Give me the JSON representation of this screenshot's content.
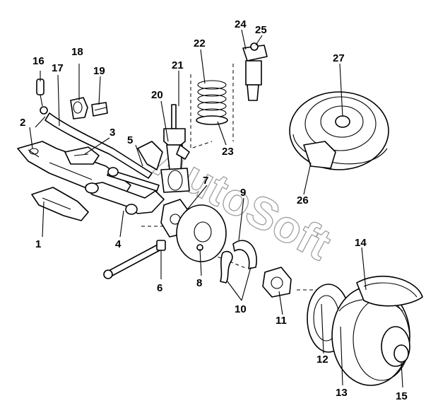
{
  "watermark": "AutoSoft",
  "callouts": [
    {
      "id": "c1",
      "label": "1"
    },
    {
      "id": "c2",
      "label": "2"
    },
    {
      "id": "c3",
      "label": "3"
    },
    {
      "id": "c4",
      "label": "4"
    },
    {
      "id": "c5",
      "label": "5"
    },
    {
      "id": "c6",
      "label": "6"
    },
    {
      "id": "c7",
      "label": "7"
    },
    {
      "id": "c8",
      "label": "8"
    },
    {
      "id": "c9",
      "label": "9"
    },
    {
      "id": "c10",
      "label": "10"
    },
    {
      "id": "c11",
      "label": "11"
    },
    {
      "id": "c12",
      "label": "12"
    },
    {
      "id": "c13",
      "label": "13"
    },
    {
      "id": "c14",
      "label": "14"
    },
    {
      "id": "c15",
      "label": "15"
    },
    {
      "id": "c16",
      "label": "16"
    },
    {
      "id": "c17",
      "label": "17"
    },
    {
      "id": "c18",
      "label": "18"
    },
    {
      "id": "c19",
      "label": "19"
    },
    {
      "id": "c20",
      "label": "20"
    },
    {
      "id": "c21",
      "label": "21"
    },
    {
      "id": "c22",
      "label": "22"
    },
    {
      "id": "c23",
      "label": "23"
    },
    {
      "id": "c24",
      "label": "24"
    },
    {
      "id": "c25",
      "label": "25"
    },
    {
      "id": "c26",
      "label": "26"
    },
    {
      "id": "c27",
      "label": "27"
    }
  ]
}
